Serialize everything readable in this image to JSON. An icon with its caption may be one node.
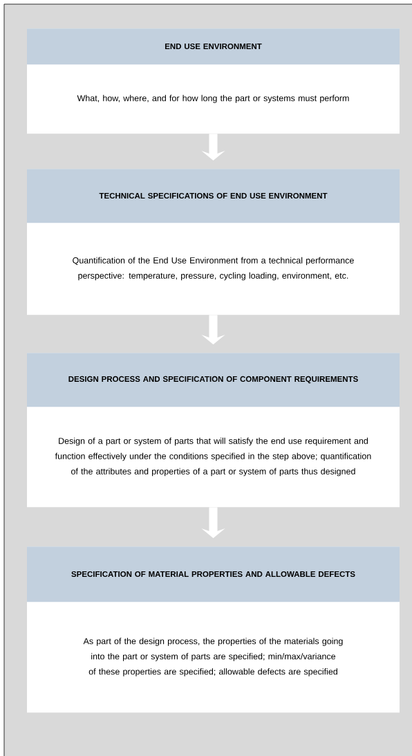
{
  "diagram": {
    "nodes": [
      {
        "text": [
          "END USE ENVIRONMENT",
          "What, how, where, and for how long the part or systems must perform"
        ]
      },
      {
        "text": [
          "TECHNICAL SPECIFICATIONS OF END USE ENVIRONMENT",
          "Quantification of the End Use Environment from a technical performance perspective: temperature, pressure, cycling loading, environment, etc."
        ]
      },
      {
        "text": [
          "DESIGN PROCESS AND SPECIFICATION OF COMPONENT REQUIREMENTS",
          "Design of a part or system of parts that will satisfy the end use requirement and function effectively under the conditions specified in the step above; quantification of the attributes and properties of a part or system of parts thus designed"
        ]
      },
      {
        "text": [
          "SPECIFICATION OF MATERIAL PROPERTIES AND ALLOWABLE DEFECTS",
          "As part of the design process, the properties of the materials going into the part or system of parts are specified; min/max/variance of these properties are specified; allowable defects are specified"
        ]
      }
    ],
    "edges": [
      {
        "from": 0,
        "to": 1,
        "arrow": "to"
      },
      {
        "from": 1,
        "to": 2,
        "arrow": "to"
      },
      {
        "from": 2,
        "to": 3,
        "arrow": "to"
      }
    ]
  }
}
